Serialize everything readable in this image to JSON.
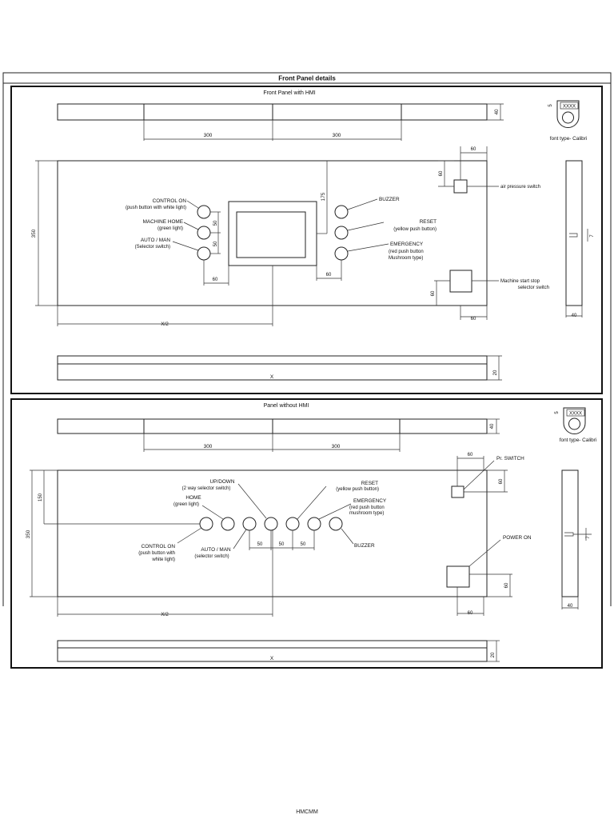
{
  "header": {
    "title": "Front Panel details"
  },
  "panel_hmi": {
    "title": "Front Panel with HMI",
    "dims": {
      "seg_left": "300",
      "seg_right": "300",
      "top_height": "40",
      "panel_height": "350",
      "hmi_offset": "175",
      "spacing_a": "50",
      "spacing_b": "50",
      "left_gap": "60",
      "right_gap": "60",
      "half_width": "X/2",
      "full_width": "X",
      "bottom_height": "20",
      "air_w": "60",
      "air_h": "60",
      "start_w": "60",
      "start_h": "60",
      "side_width": "40",
      "side_notch": "7",
      "tag_dim": "5"
    },
    "labels": {
      "control_on": "CONTROL ON",
      "control_on_sub": "(push button with white light)",
      "machine_home": "MACHINE HOME",
      "machine_home_sub": "(green light)",
      "auto_man": "AUTO / MAN",
      "auto_man_sub": "(Selector switch)",
      "buzzer": "BUZZER",
      "reset": "RESET",
      "reset_sub": "(yellow push button)",
      "emergency": "EMERGENCY",
      "emergency_sub1": "(red push button",
      "emergency_sub2": "Mushroom type)",
      "air_pressure": "air pressure switch",
      "machine_start1": "Machine start stop",
      "machine_start2": "selector switch"
    },
    "tag": {
      "text": "XXXX",
      "font_note": "font type- Calibri"
    }
  },
  "panel_no_hmi": {
    "title": "Panel without HMI",
    "dims": {
      "seg_left": "300",
      "seg_right": "300",
      "top_height": "40",
      "panel_height": "350",
      "top_offset": "150",
      "spacing_a": "50",
      "spacing_b": "50",
      "spacing_c": "50",
      "half_width": "X/2",
      "full_width": "X",
      "bottom_height": "20",
      "pr_w": "60",
      "pr_h": "60",
      "power_w": "60",
      "power_h": "60",
      "side_width": "40",
      "side_notch": "7",
      "tag_dim": "5"
    },
    "labels": {
      "up_down": "UP/DOWN",
      "up_down_sub": "(2 way selector switch)",
      "home": "HOME",
      "home_sub": "(green light)",
      "control_on": "CONTROL ON",
      "control_on_sub1": "(push button with",
      "control_on_sub2": "white light)",
      "auto_man": "AUTO / MAN",
      "auto_man_sub": "(selector switch)",
      "reset": "RESET",
      "reset_sub": "(yellow push button)",
      "emergency": "EMERGENCY",
      "emergency_sub1": "(red push button",
      "emergency_sub2": "mushroom type)",
      "buzzer": "BUZZER",
      "pr_switch": "Pr. SWITCH",
      "power_on": "POWER ON"
    },
    "tag": {
      "text": "XXXX",
      "font_note": "font type- Calibri"
    }
  },
  "footer": {
    "text": "HMCMM"
  }
}
